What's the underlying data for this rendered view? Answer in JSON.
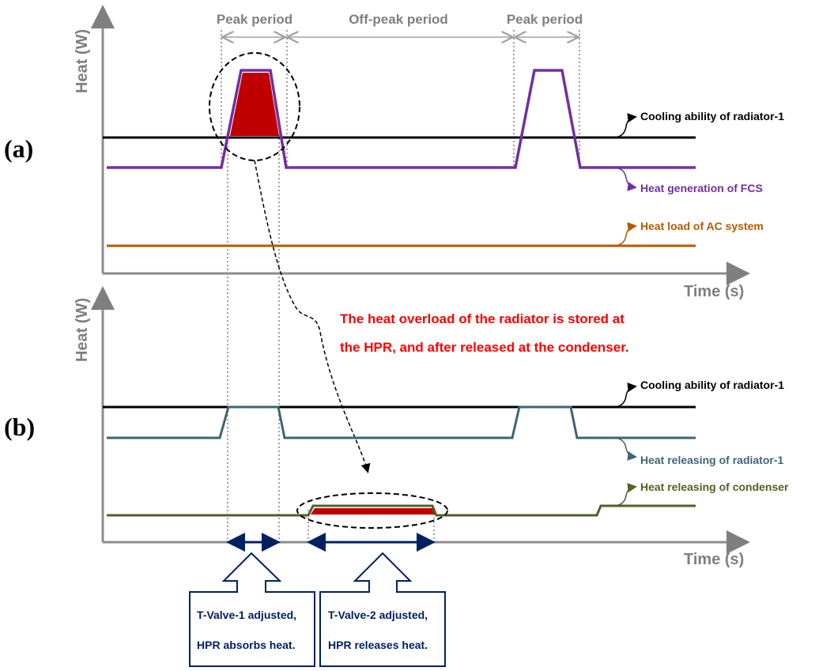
{
  "panels": {
    "a": "(a)",
    "b": "(b)"
  },
  "axes": {
    "y_label": "Heat (W)",
    "x_label": "Time (s)"
  },
  "periods": [
    "Peak period",
    "Off-peak period",
    "Peak period"
  ],
  "legend_a": {
    "cooling": "Cooling ability of radiator-1",
    "fcs": "Heat generation of FCS",
    "ac": "Heat load of AC system"
  },
  "legend_b": {
    "cooling": "Cooling ability of radiator-1",
    "radiator": "Heat releasing of radiator-1",
    "condenser": "Heat releasing of condenser"
  },
  "note": {
    "line1": "The heat overload of the radiator is stored at",
    "line2": "the HPR, and after released at the condenser."
  },
  "callouts": [
    {
      "line1": "T-Valve-1 adjusted,",
      "line2": "HPR absorbs heat."
    },
    {
      "line1": "T-Valve-2 adjusted,",
      "line2": "HPR releases heat."
    }
  ],
  "colors": {
    "fcs": "#7030a0",
    "ac": "#b35a00",
    "radiator": "#3f6475",
    "condenser": "#4f6228",
    "overload": "#c00000",
    "callout": "#002060"
  }
}
